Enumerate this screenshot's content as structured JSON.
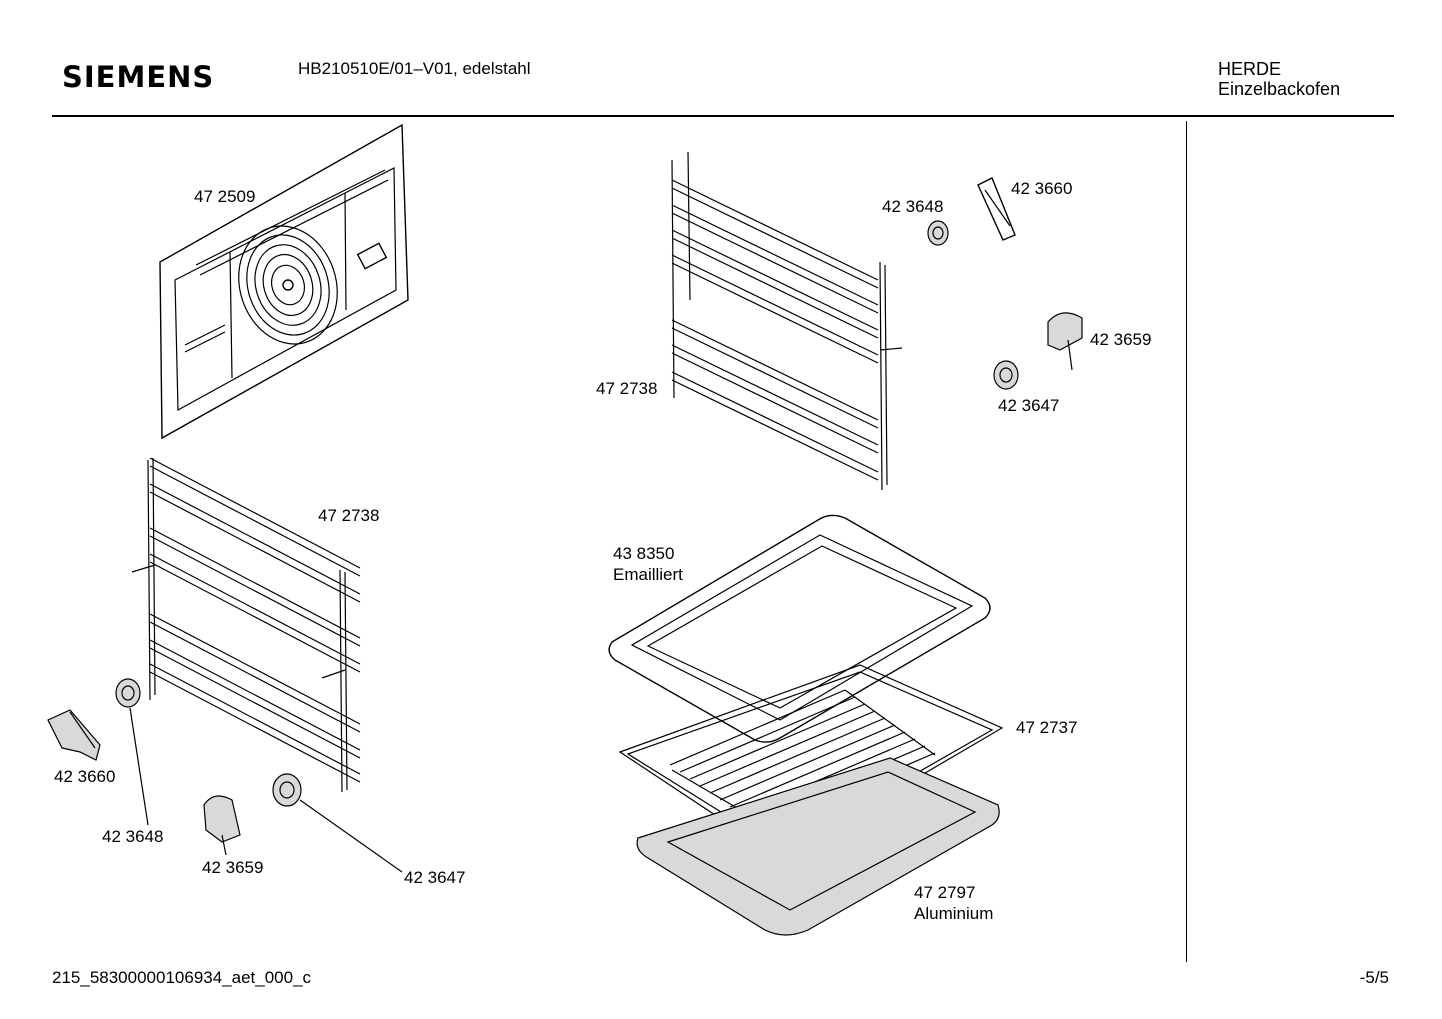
{
  "header": {
    "brand": "SIEMENS",
    "model": "HB210510E/01–V01, edelstahl",
    "category": "HERDE",
    "subcategory": "Einzelbackofen"
  },
  "footer": {
    "document_id": "215_58300000106934_aet_000_c",
    "page": "-5/5"
  },
  "parts": {
    "back_panel": "47 2509",
    "rack_right_side": "47 2738",
    "rack_left_side": "47 2738",
    "clip_top": "42 3660",
    "cap_top": "42 3648",
    "holder_top": "42 3659",
    "nut_top": "42 3647",
    "clip_bottom": "42 3660",
    "cap_bottom": "42 3648",
    "holder_bottom": "42 3659",
    "nut_bottom": "42 3647",
    "tray_enamel_no": "43 8350",
    "tray_enamel_note": "Emailliert",
    "grill_rack": "47 2737",
    "tray_alu_no": "47 2797",
    "tray_alu_note": "Aluminium"
  }
}
